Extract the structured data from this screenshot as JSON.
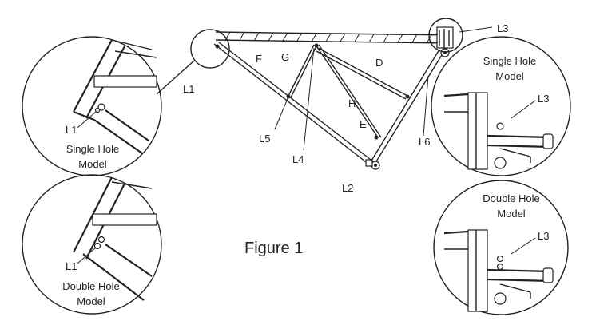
{
  "figure_caption": "Figure 1",
  "part_labels": {
    "D": "D",
    "E": "E",
    "F": "F",
    "G": "G",
    "H": "H",
    "L1": "L1",
    "L2": "L2",
    "L3": "L3",
    "L4": "L4",
    "L5": "L5",
    "L6": "L6"
  },
  "detail_top_left": {
    "part": "L1",
    "caption_line1": "Single Hole",
    "caption_line2": "Model"
  },
  "detail_bottom_left": {
    "part": "L1",
    "caption_line1": "Double Hole",
    "caption_line2": "Model"
  },
  "detail_top_right": {
    "part": "L3",
    "caption_line1": "Single Hole",
    "caption_line2": "Model"
  },
  "detail_bottom_right": {
    "part": "L3",
    "caption_line1": "Double Hole",
    "caption_line2": "Model"
  }
}
